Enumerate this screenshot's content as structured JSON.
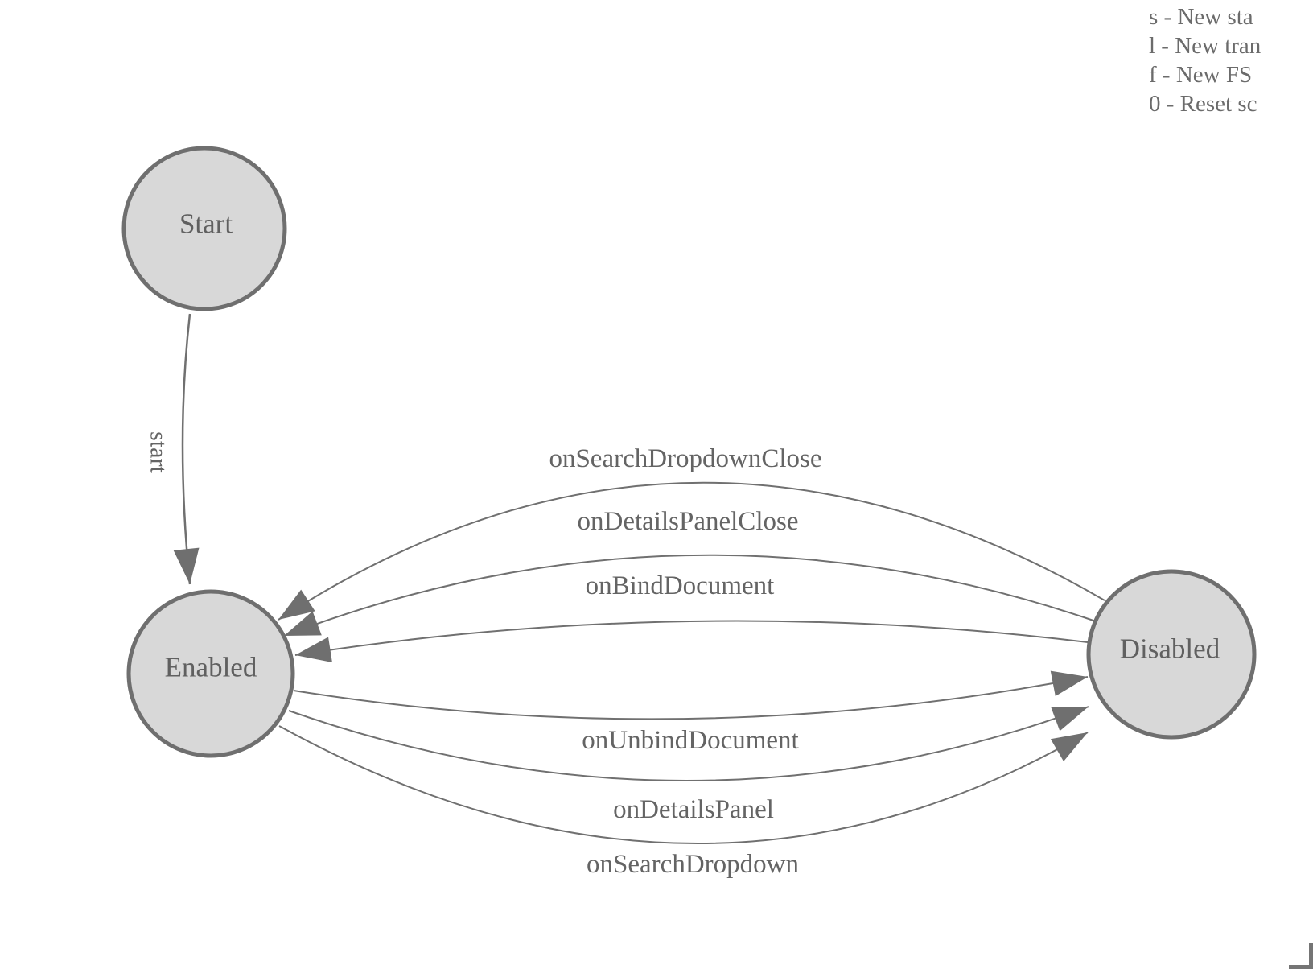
{
  "diagram": {
    "states": [
      {
        "id": "start",
        "label": "Start"
      },
      {
        "id": "enabled",
        "label": "Enabled"
      },
      {
        "id": "disabled",
        "label": "Disabled"
      }
    ],
    "transitions": [
      {
        "label": "start",
        "from": "Start",
        "to": "Enabled"
      },
      {
        "label": "onSearchDropdownClose",
        "from": "Disabled",
        "to": "Enabled"
      },
      {
        "label": "onDetailsPanelClose",
        "from": "Disabled",
        "to": "Enabled"
      },
      {
        "label": "onBindDocument",
        "from": "Disabled",
        "to": "Enabled"
      },
      {
        "label": "onUnbindDocument",
        "from": "Enabled",
        "to": "Disabled"
      },
      {
        "label": "onDetailsPanel",
        "from": "Enabled",
        "to": "Disabled"
      },
      {
        "label": "onSearchDropdown",
        "from": "Enabled",
        "to": "Disabled"
      }
    ]
  },
  "shortcuts_legend": {
    "lines": [
      "s - New sta",
      "l - New tran",
      "f - New FS",
      "0 - Reset sc"
    ]
  },
  "colors": {
    "background": "#ffffff",
    "node_fill": "#d8d8d8",
    "node_stroke": "#6f6f6f",
    "edge_stroke": "#707070",
    "arrow_fill": "#6f6f6f",
    "label_text": "#646464",
    "legend_text": "#6b6b6b",
    "corner_mark": "#757575"
  }
}
